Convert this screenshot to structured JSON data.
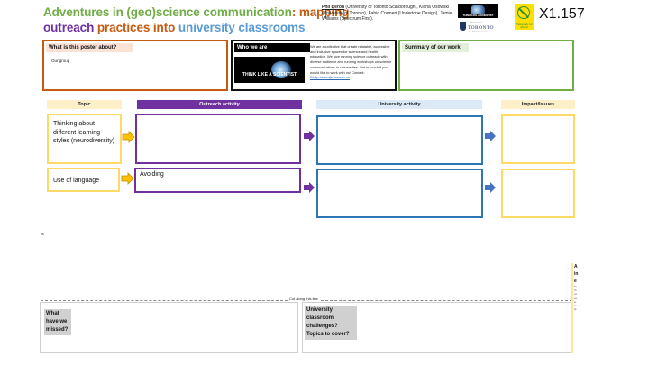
{
  "header": {
    "title_parts": [
      {
        "text": "Adventures in (geo)science communication",
        "color": "#70ad47"
      },
      {
        "text": ": mapping",
        "color": "#c55a11"
      },
      {
        "text": "outreach",
        "color": "#7030a0"
      },
      {
        "text": " practices into ",
        "color": "#c55a11"
      },
      {
        "text": "university classrooms",
        "color": "#5b9bd5"
      }
    ],
    "authors_lead": "Phil Heron",
    "authors_rest": " (University of Toronto Scarborough), Kiona Osowski (University of Toronto), Fabio Crameri (Undertone Design), Jamie Williams (Spectrum First).",
    "poster_code": "X1.157",
    "logo_tls_text": "THINK LIKE A SCIENTIST",
    "logo_uoft_top": "UNIVERSITY OF",
    "logo_uoft_name": "TORONTO",
    "logo_uoft_bottom": "SCARBOROUGH",
    "no_photo_caption": "Photography not allowed"
  },
  "what_section": {
    "heading": "What is this poster about?",
    "body": "Our group"
  },
  "who_section": {
    "heading": "Who we are",
    "image_caption": "THINK LIKE A SCIENTIST",
    "description": "We are a collective that create relatable, accessible and inclusive spaces for science and health education. We love running science outreach with diverse audience and running workshops on science communications in universities. Get in touch if you would like to work with us!",
    "contact_label": "Contact: ",
    "contact_email": "Philip.heron@utoronto.ca"
  },
  "summary_section": {
    "heading": "Summary of our work"
  },
  "columns": {
    "topic": "Topic",
    "outreach": "Outreach activity",
    "university": "University activity",
    "impact": "Impact/Issues"
  },
  "rows": [
    {
      "topic": "Thinking about different learning styles (neurodiversity)",
      "outreach": "",
      "university": "",
      "impact": ""
    },
    {
      "topic": "Use of language",
      "outreach": "Avoiding",
      "university": "",
      "impact": ""
    }
  ],
  "stray_text": "is",
  "cutout": {
    "cut_label": "Cut along this line",
    "missed_label": "What have we missed?",
    "challenges_label": "University classroom challenges? Topics to cover?",
    "side_letters": [
      "A",
      "in",
      "e"
    ],
    "side_small": [
      "St",
      "th",
      "co",
      "ou",
      "w",
      "m",
      "fe"
    ]
  },
  "colors": {
    "orange": "#c55a11",
    "green": "#70ad47",
    "purple": "#7030a0",
    "blue": "#2e75b6",
    "yellow": "#ffd966",
    "arrow_yellow": "#ffc000",
    "arrow_blue": "#4472c4"
  }
}
